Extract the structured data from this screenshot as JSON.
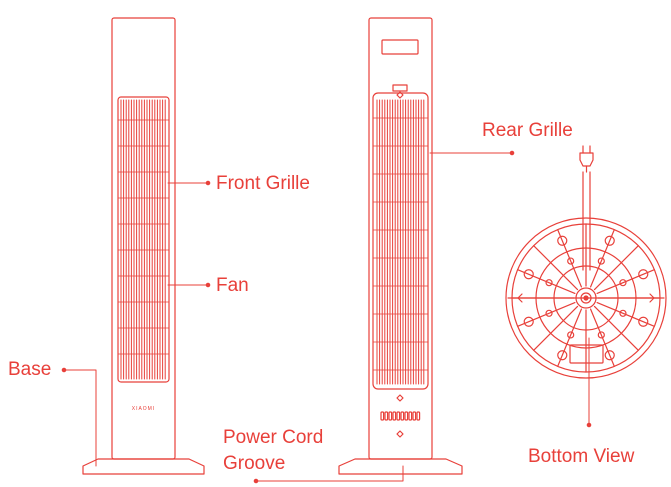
{
  "colors": {
    "line": "#e8403a",
    "background": "#ffffff"
  },
  "brand": "XIAOMI",
  "labels": {
    "front_grille": "Front Grille",
    "fan": "Fan",
    "base": "Base",
    "rear_grille": "Rear Grille",
    "power_cord_groove_line1": "Power Cord",
    "power_cord_groove_line2": "Groove",
    "bottom_view": "Bottom View"
  }
}
